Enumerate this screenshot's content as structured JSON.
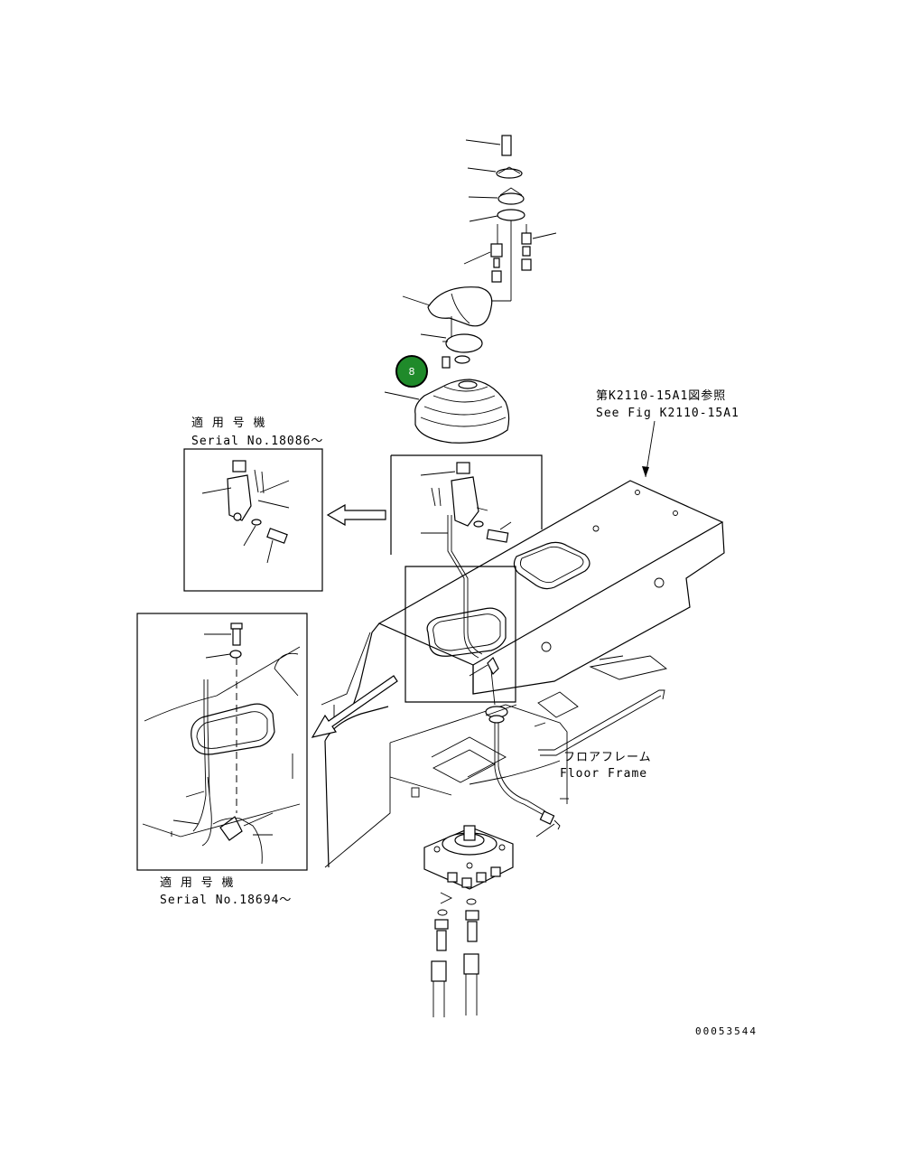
{
  "labels": {
    "see_fig_jp": "第K2110-15A1図参照",
    "see_fig_en": "See Fig K2110-15A1",
    "serial_top_jp": "適 用 号 機",
    "serial_top_en": "Serial No.18086～",
    "serial_bottom_jp": "適 用 号 機",
    "serial_bottom_en": "Serial No.18694～",
    "floor_frame_jp": "フロアフレーム",
    "floor_frame_en": "Floor Frame",
    "drawing_number": "00053544"
  },
  "callout": {
    "number": "8",
    "color": "#1f8a2a"
  },
  "icons": [
    "arrow-left-icon",
    "arrow-down-left-icon"
  ]
}
